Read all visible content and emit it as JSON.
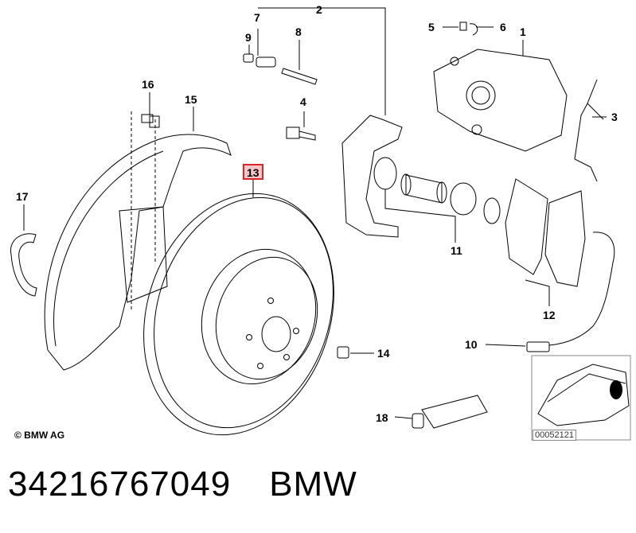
{
  "callouts": {
    "c1": "1",
    "c2": "2",
    "c3": "3",
    "c4": "4",
    "c5": "5",
    "c6": "6",
    "c7": "7",
    "c8": "8",
    "c9": "9",
    "c10": "10",
    "c11": "11",
    "c12": "12",
    "c13": "13",
    "c14": "14",
    "c15": "15",
    "c16": "16",
    "c17": "17",
    "c18": "18"
  },
  "highlighted_callout": "13",
  "copyright": "© BMW AG",
  "thumbnail_code": "00052121",
  "footer": {
    "part_number": "34216767049",
    "brand": "BMW"
  },
  "colors": {
    "highlight": "#d9262b",
    "line": "#000000"
  }
}
